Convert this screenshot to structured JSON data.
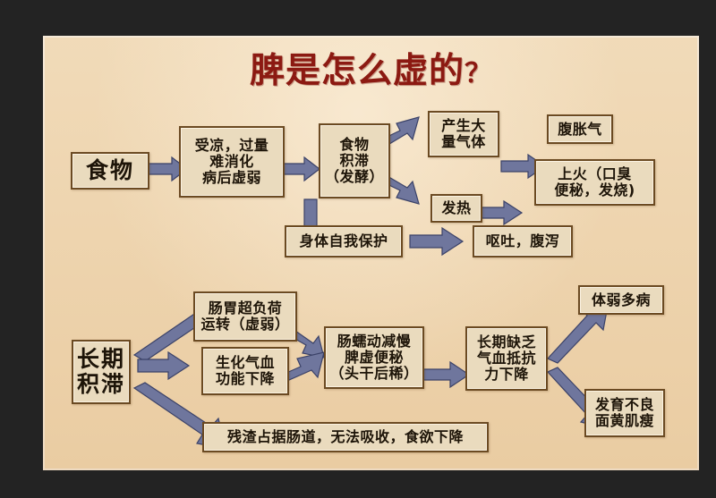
{
  "page": {
    "title": "脾是怎么虚的",
    "title_suffix": "？",
    "background_color": "#ecd0a6",
    "frame_color": "#232323",
    "title_color": "#8c1a12",
    "box_fill": "#eadbbe",
    "box_border": "#6b4a22",
    "arrow_color": "#6f769d"
  },
  "flow_top": {
    "nodes": [
      {
        "id": "food",
        "lines": [
          "食物"
        ]
      },
      {
        "id": "causes",
        "lines": [
          "受凉，过量",
          "难消化",
          "病后虚弱"
        ]
      },
      {
        "id": "stagnation",
        "lines": [
          "食物",
          "积滞",
          "（发酵）"
        ]
      },
      {
        "id": "gas",
        "lines": [
          "产生大",
          "量气体"
        ]
      },
      {
        "id": "bloating",
        "lines": [
          "腹胀气"
        ]
      },
      {
        "id": "fever",
        "lines": [
          "发热"
        ]
      },
      {
        "id": "heat",
        "lines": [
          "上火（口臭",
          "便秘，发烧)"
        ]
      },
      {
        "id": "selfprotect",
        "lines": [
          "身体自我保护"
        ]
      },
      {
        "id": "vomit",
        "lines": [
          "呕吐，腹泻"
        ]
      }
    ]
  },
  "flow_bottom": {
    "nodes": [
      {
        "id": "longstag",
        "lines": [
          "长期",
          "积滞"
        ]
      },
      {
        "id": "overload",
        "lines": [
          "肠胃超负荷",
          "运转（虚弱）"
        ]
      },
      {
        "id": "qixue",
        "lines": [
          "生化气血",
          "功能下降"
        ]
      },
      {
        "id": "peristalsis",
        "lines": [
          "肠蠕动减慢",
          "脾虚便秘",
          "（头干后稀）"
        ]
      },
      {
        "id": "deficiency",
        "lines": [
          "长期缺乏",
          "气血抵抗",
          "力下降"
        ]
      },
      {
        "id": "weak",
        "lines": [
          "体弱多病"
        ]
      },
      {
        "id": "growth",
        "lines": [
          "发育不良",
          "面黄肌瘦"
        ]
      },
      {
        "id": "residue",
        "lines": [
          "残渣占据肠道，无法吸收，食欲下降"
        ]
      }
    ]
  },
  "arrows": [
    {
      "id": "food-to-causes",
      "from": "食物",
      "to": "受凉，过量难消化病后虚弱"
    },
    {
      "id": "causes-to-stagnation",
      "from": "受凉，过量难消化病后虚弱",
      "to": "食物积滞（发酵）"
    },
    {
      "id": "stagnation-to-gas",
      "from": "食物积滞（发酵）",
      "to": "产生大量气体"
    },
    {
      "id": "stagnation-to-fever",
      "from": "食物积滞（发酵）",
      "to": "发热"
    },
    {
      "id": "stagnation-to-selfprotect",
      "from": "食物积滞（发酵）",
      "to": "身体自我保护"
    },
    {
      "id": "gas-to-bloating",
      "from": "产生大量气体",
      "to": "腹胀气"
    },
    {
      "id": "fever-to-heat",
      "from": "发热",
      "to": "上火（口臭便秘，发烧)"
    },
    {
      "id": "selfprotect-to-vomit",
      "from": "身体自我保护",
      "to": "呕吐，腹泻"
    },
    {
      "id": "longstag-to-overload",
      "from": "长期积滞",
      "to": "肠胃超负荷运转（虚弱）"
    },
    {
      "id": "longstag-to-qixue",
      "from": "长期积滞",
      "to": "生化气血功能下降"
    },
    {
      "id": "longstag-to-residue",
      "from": "长期积滞",
      "to": "残渣占据肠道，无法吸收，食欲下降"
    },
    {
      "id": "overload-to-peristalsis",
      "from": "肠胃超负荷运转（虚弱）",
      "to": "肠蠕动减慢脾虚便秘（头干后稀）"
    },
    {
      "id": "qixue-to-peristalsis",
      "from": "生化气血功能下降",
      "to": "肠蠕动减慢脾虚便秘（头干后稀）"
    },
    {
      "id": "peristalsis-to-deficiency",
      "from": "肠蠕动减慢脾虚便秘（头干后稀）",
      "to": "长期缺乏气血抵抗力下降"
    },
    {
      "id": "deficiency-to-weak",
      "from": "长期缺乏气血抵抗力下降",
      "to": "体弱多病"
    },
    {
      "id": "deficiency-to-growth",
      "from": "长期缺乏气血抵抗力下降",
      "to": "发育不良面黄肌瘦"
    }
  ]
}
